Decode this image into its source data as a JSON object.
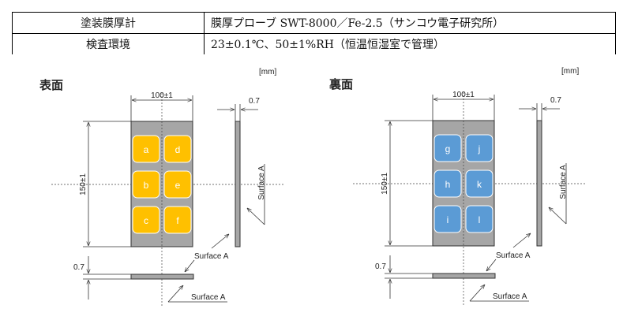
{
  "spec_table": {
    "rows": [
      {
        "label": "塗装膜厚計",
        "value": "膜厚プローブ SWT-8000／Fe-2.5（サンコウ電子研究所）"
      },
      {
        "label": "検査環境",
        "value": "23±0.1℃、50±1%RH（恒温恒湿室で管理）"
      }
    ]
  },
  "diagrams": [
    {
      "title": "表面",
      "unit": "[mm]",
      "width_dim": "100±1",
      "height_dim": "150±1",
      "thickness_side": "0.7",
      "thickness_bottom": "0.7",
      "surface_label_side": "Surface A",
      "surface_label_mid": "Surface A",
      "surface_label_bottom": "Surface A",
      "patch_color": "#FFC000",
      "patches": [
        "a",
        "b",
        "c",
        "d",
        "e",
        "f"
      ]
    },
    {
      "title": "裏面",
      "unit": "[mm]",
      "width_dim": "100±1",
      "height_dim": "150±1",
      "thickness_side": "0.7",
      "thickness_bottom": "0.7",
      "surface_label_side": "Surface A",
      "surface_label_mid": "Surface A",
      "surface_label_bottom": "Surface A",
      "patch_color": "#5B9BD5",
      "patches": [
        "g",
        "h",
        "i",
        "j",
        "k",
        "l"
      ]
    }
  ],
  "colors": {
    "plate": "#A6A6A6"
  }
}
